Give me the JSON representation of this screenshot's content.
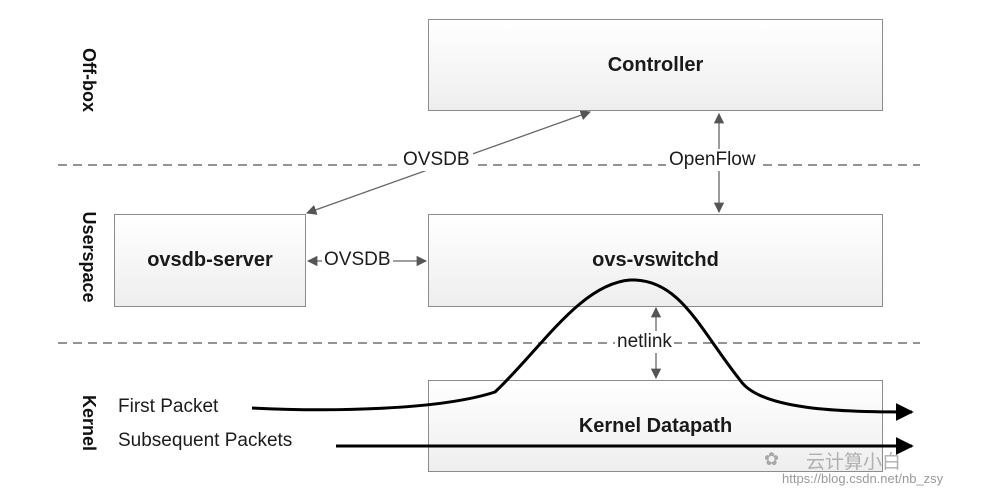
{
  "layers": {
    "offbox": "Off-box",
    "userspace": "Userspace",
    "kernel": "Kernel"
  },
  "boxes": {
    "controller": "Controller",
    "ovsdb_server": "ovsdb-server",
    "ovs_vswitchd": "ovs-vswitchd",
    "kernel_datapath": "Kernel Datapath"
  },
  "edges": {
    "ovsdb_upper": "OVSDB",
    "openflow": "OpenFlow",
    "ovsdb_lower": "OVSDB",
    "netlink": "netlink"
  },
  "packets": {
    "first": "First Packet",
    "subsequent": "Subsequent Packets"
  },
  "watermark": {
    "brand": "云计算小白",
    "url": "https://blog.csdn.net/nb_zsy"
  }
}
